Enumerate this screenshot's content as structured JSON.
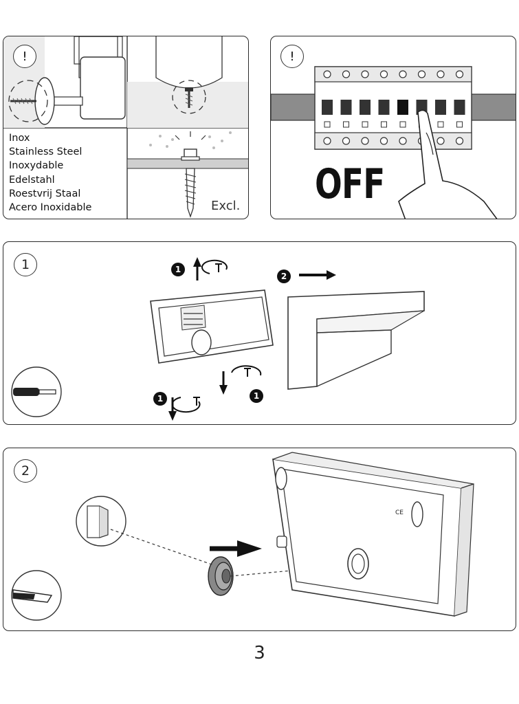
{
  "warnings": {
    "wall_symbol": "!",
    "power_symbol": "!"
  },
  "materials": {
    "items": [
      "Inox",
      "Stainless Steel",
      "Inoxydable",
      "Edelstahl",
      "Roestvrij Staal",
      "Acero Inoxidable"
    ],
    "excluded_label": "Excl."
  },
  "power": {
    "off_label": "OFF"
  },
  "steps": [
    {
      "number": "1",
      "callouts": [
        "1",
        "2",
        "1",
        "1"
      ]
    },
    {
      "number": "2"
    }
  ],
  "page": {
    "number": "3"
  },
  "icons": {
    "screwdriver": "screwdriver-icon",
    "cutter": "utility-knife-icon",
    "warning": "exclamation-icon"
  }
}
